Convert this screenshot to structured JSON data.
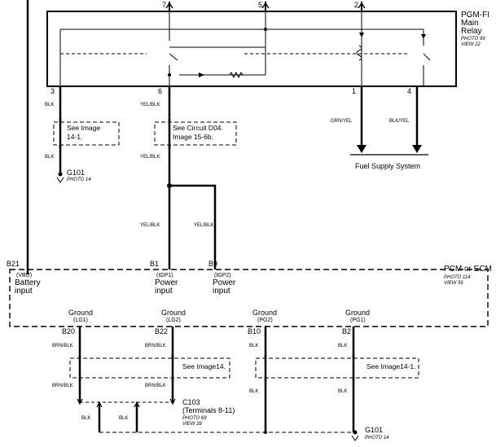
{
  "relay": {
    "name_lines": [
      "PGM-FI",
      "Main",
      "Relay"
    ],
    "photo": "PHOTO 99",
    "view": "VIEW 22",
    "top_pins": [
      "7",
      "5",
      "2"
    ],
    "bottom_pins": [
      "3",
      "6",
      "1",
      "4"
    ]
  },
  "wires": {
    "blk": "BLK",
    "yel_blk": "YEL/BLK",
    "grn_yel": "GRN/YEL",
    "blk_yel": "BLK/YEL",
    "brn_blk": "BRN/BLK"
  },
  "refs": {
    "see_14_1_lines": [
      "See Image",
      "14-1."
    ],
    "see_d04_lines": [
      "See Circuit D04.",
      "Image 15-6b."
    ],
    "see_14": "See Image14.",
    "see_14_1_inline": "See Image14-1."
  },
  "g101_top": {
    "name": "G101",
    "photo": "PHOTO 14"
  },
  "g101_bottom": {
    "name": "G101",
    "photo": "PHOTO 14"
  },
  "fuel": "Fuel Supply System",
  "pcm": {
    "name": "PCM or ECM",
    "photo": "PHOTO 114",
    "view": "VIEW 56",
    "inputs": [
      {
        "pin": "B21",
        "code": "(VBU)",
        "l1": "Battery",
        "l2": "input"
      },
      {
        "pin": "B1",
        "code": "(IGP1)",
        "l1": "Power",
        "l2": "input"
      },
      {
        "pin": "B9",
        "code": "(IGP2)",
        "l1": "Power",
        "l2": "input"
      }
    ],
    "grounds": [
      {
        "pin": "B20",
        "word": "Ground",
        "code": "(LG1)"
      },
      {
        "pin": "B22",
        "word": "Ground",
        "code": "(LG2)"
      },
      {
        "pin": "B10",
        "word": "Ground",
        "code": "(PG2)"
      },
      {
        "pin": "B2",
        "word": "Ground",
        "code": "(PG1)"
      }
    ]
  },
  "c103": {
    "name": "C103",
    "terminals": "(Terminals 8-11)",
    "photo": "PHOTO 69",
    "view": "VIEW 39"
  }
}
